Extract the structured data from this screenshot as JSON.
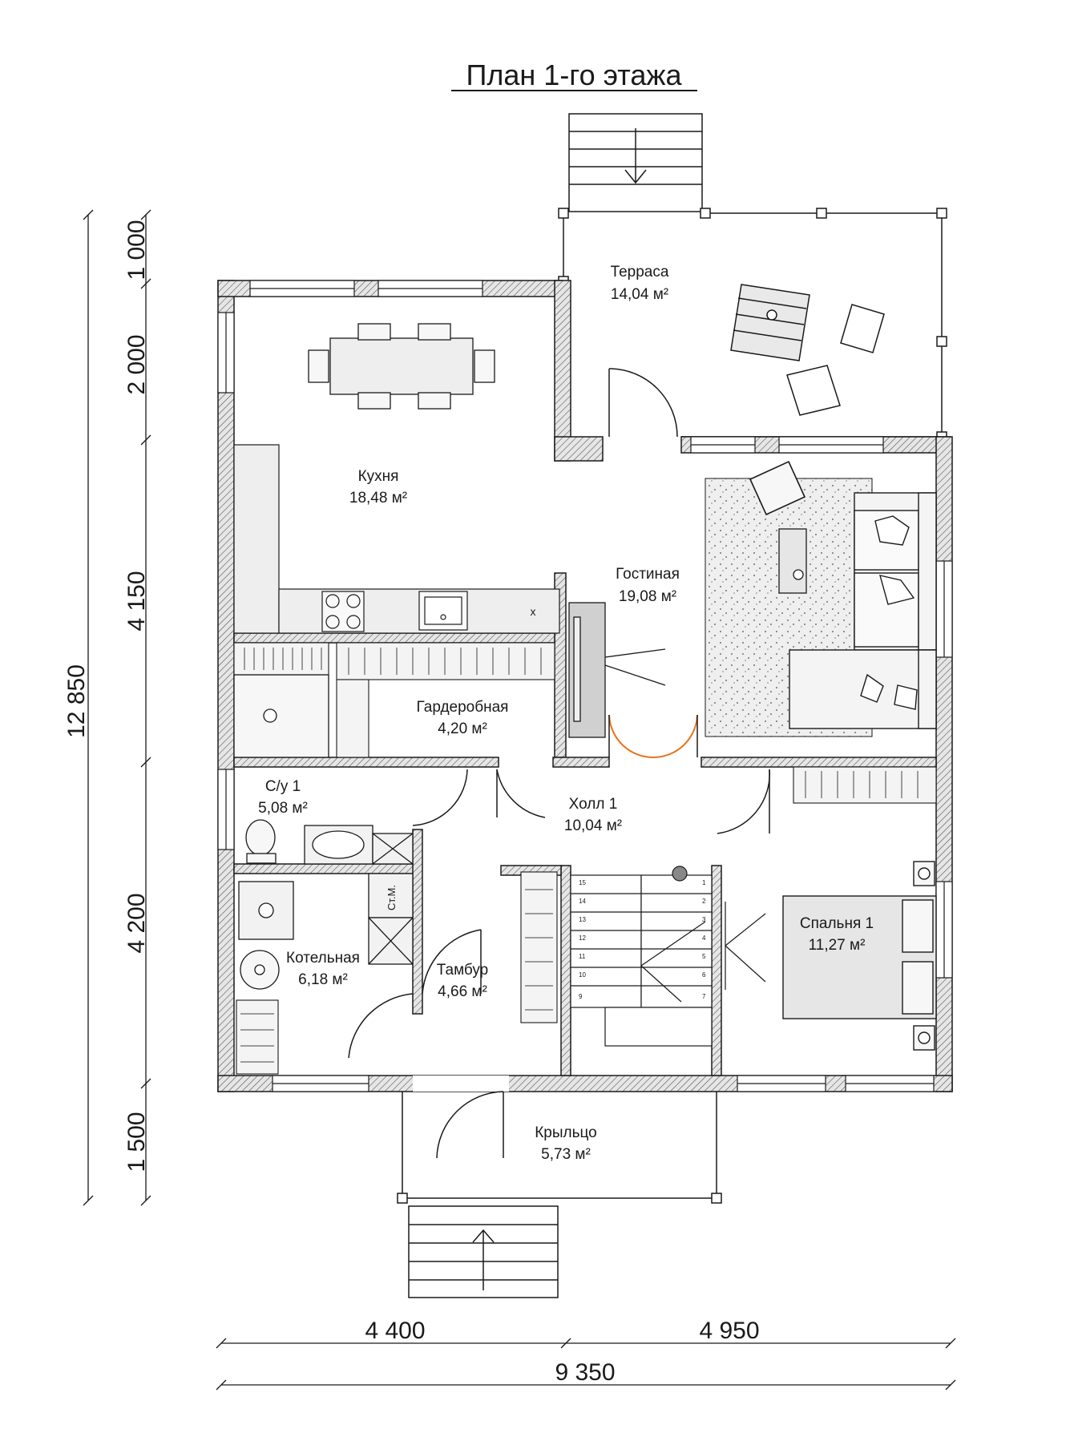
{
  "title": "План 1-го этажа",
  "rooms": {
    "terrace": {
      "name": "Терраса",
      "area": "14,04 м²"
    },
    "kitchen": {
      "name": "Кухня",
      "area": "18,48 м²"
    },
    "living": {
      "name": "Гостиная",
      "area": "19,08 м²"
    },
    "wardrobe": {
      "name": "Гардеробная",
      "area": "4,20 м²"
    },
    "wc": {
      "name": "С/у 1",
      "area": "5,08 м²"
    },
    "hall": {
      "name": "Холл 1",
      "area": "10,04 м²"
    },
    "bedroom": {
      "name": "Спальня 1",
      "area": "11,27 м²"
    },
    "boiler": {
      "name": "Котельная",
      "area": "6,18 м²"
    },
    "vestibule": {
      "name": "Тамбур",
      "area": "4,66 м²"
    },
    "porch": {
      "name": "Крыльцо",
      "area": "5,73 м²"
    }
  },
  "labels": {
    "heater": "Ст.М."
  },
  "dimensions": {
    "left": [
      "1 000",
      "2 000",
      "4 150",
      "4 200",
      "1 500"
    ],
    "total_height": "12 850",
    "bottom": [
      "4 400",
      "4 950"
    ],
    "total_width": "9 350"
  },
  "stairs_numbers_left": [
    "15",
    "14",
    "13",
    "12",
    "11",
    "10",
    "9"
  ],
  "stairs_numbers_right": [
    "1",
    "2",
    "3",
    "4",
    "5",
    "6",
    "7"
  ],
  "colors": {
    "wall_fill": "#d9d9d9",
    "line": "#1a1a1a",
    "furniture": "#eeeeee",
    "door_accent": "#e8741e"
  }
}
